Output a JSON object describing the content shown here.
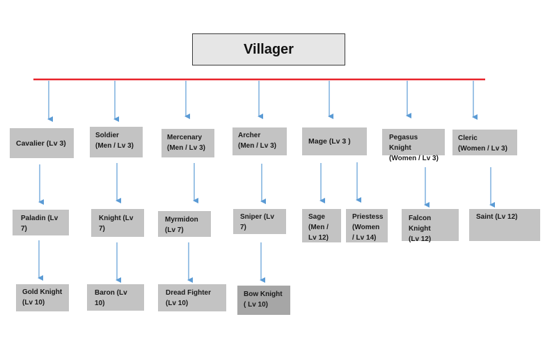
{
  "colors": {
    "bus": "#e8232a",
    "arrow": "#5b9bd5",
    "box": "#c3c3c3",
    "box_dark": "#a6a6a6"
  },
  "root": {
    "label": "Villager"
  },
  "columns": [
    {
      "tier1": "Cavalier (Lv 3)",
      "tier2": "Paladin (Lv 7)",
      "tier3": "Gold Knight\n(Lv 10)"
    },
    {
      "tier1": "Soldier\n(Men / Lv 3)",
      "tier2": "Knight (Lv 7)",
      "tier3": "Baron (Lv 10)"
    },
    {
      "tier1": "Mercenary\n(Men / Lv 3)",
      "tier2": "Myrmidon\n(Lv 7)",
      "tier3": "Dread Fighter\n(Lv 10)"
    },
    {
      "tier1": "Archer\n(Men / Lv 3)",
      "tier2": "Sniper (Lv 7)",
      "tier3": "Bow Knight\n( Lv 10)"
    },
    {
      "tier1": "Mage (Lv 3 )",
      "tier2a": "Sage\n(Men /\nLv 12)",
      "tier2b": "Priestess\n(Women\n/ Lv 14)"
    },
    {
      "tier1": "Pegasus Knight\n(Women / Lv 3)",
      "tier2": "Falcon Knight\n(Lv 12)"
    },
    {
      "tier1": "Cleric\n(Women / Lv 3)",
      "tier2": "Saint (Lv 12)"
    }
  ]
}
